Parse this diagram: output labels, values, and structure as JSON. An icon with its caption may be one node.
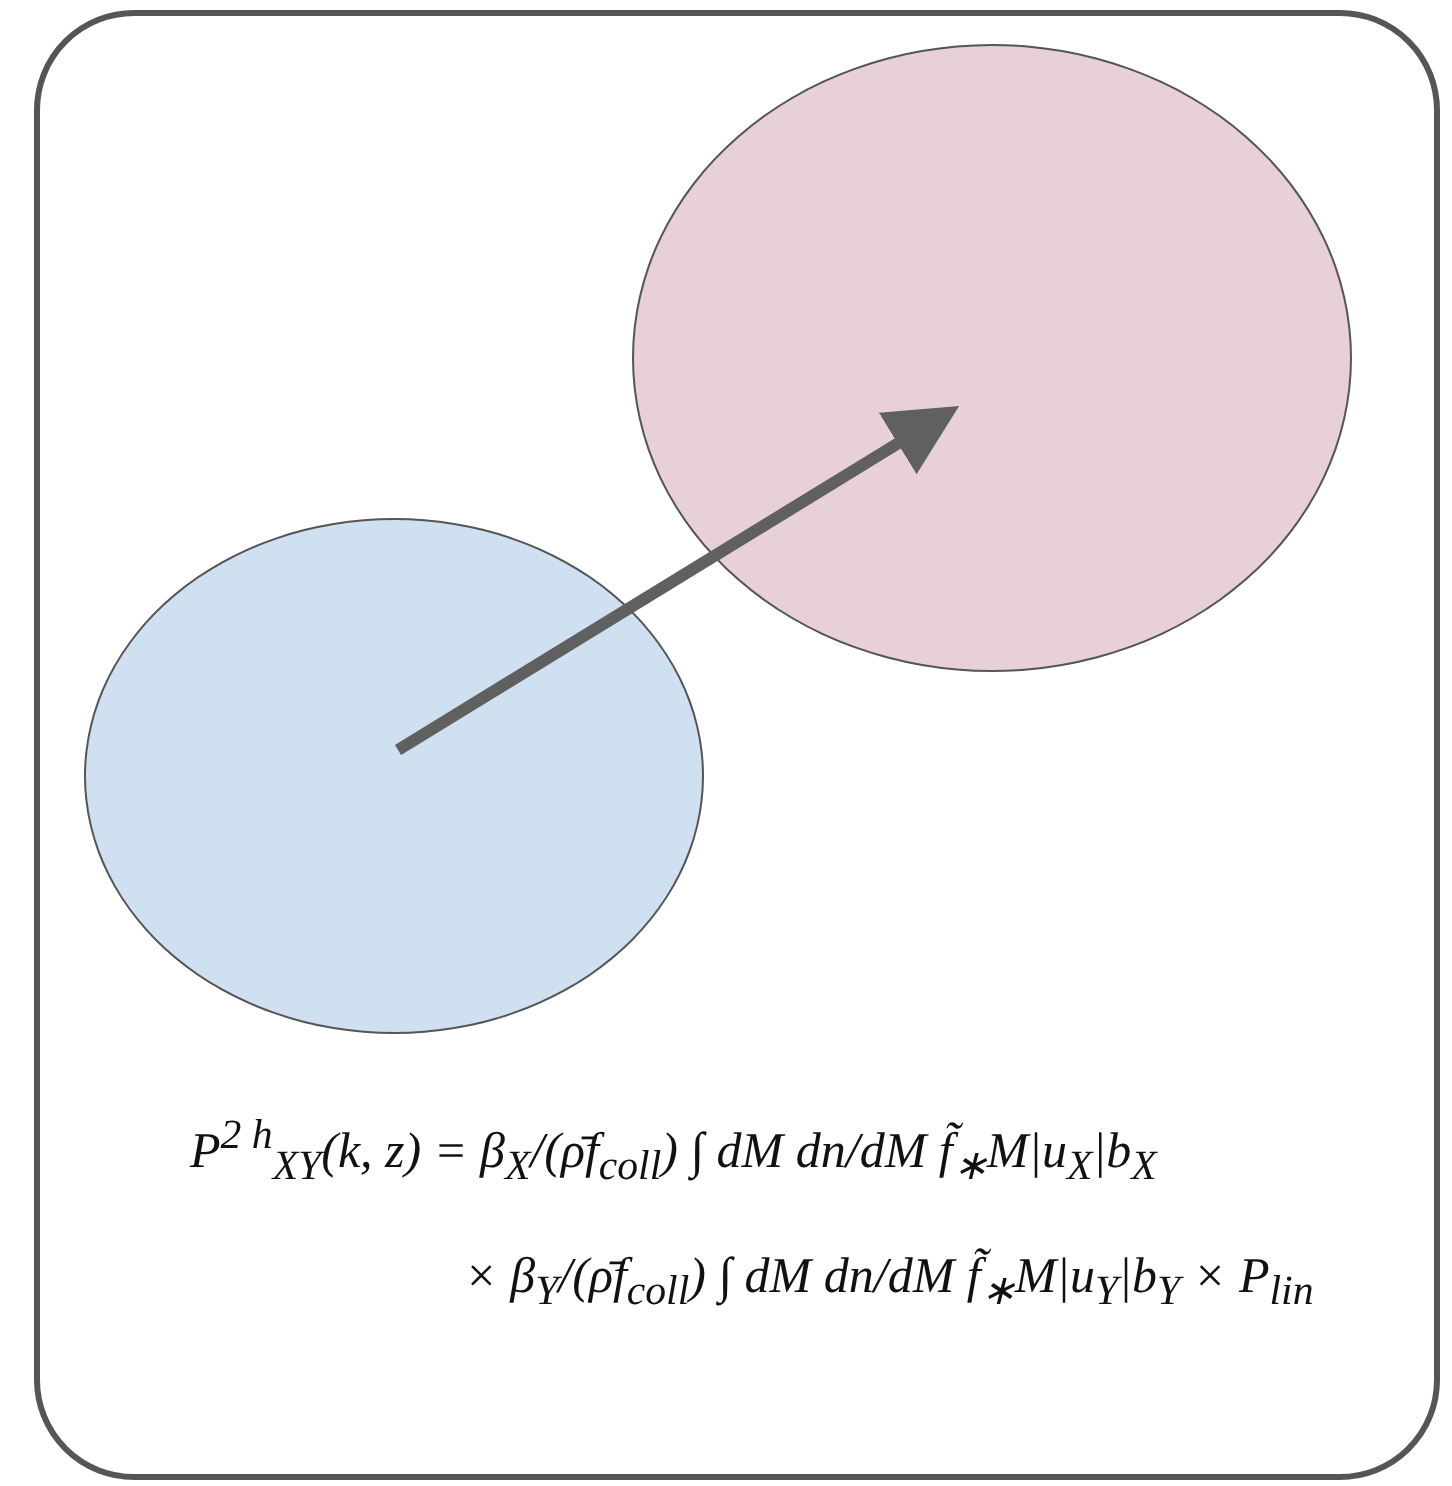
{
  "diagram": {
    "nodes": [
      {
        "text": [],
        "shape": "box"
      },
      {
        "text": [],
        "shape": "circle",
        "in": 0
      },
      {
        "text": [],
        "shape": "circle",
        "in": 0
      }
    ],
    "edges": [
      {
        "from": 1,
        "to": 2,
        "arrow": "to"
      }
    ],
    "labels": [
      "P$^{2 h}$$_{XY}$(k, z) = β$_{X}$/(ρ̄f$_{coll}$) ∫ dM dn/dM f̃$_{∗}$M|u$_{X}$|b$_{X}$",
      "× β$_{Y}$/(ρ̄f$_{coll}$) ∫ dM dn/dM f̃$_{∗}$M|u$_{Y}$|b$_{Y}$ × P$_{lin}$"
    ]
  }
}
